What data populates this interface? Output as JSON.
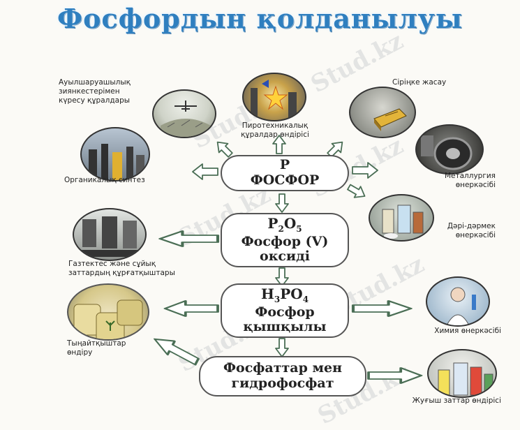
{
  "title": "Фосфордың қолданылуы",
  "watermark": "Stud.kz",
  "center_boxes": {
    "phosphorus": {
      "symbol": "P",
      "name": "ФОСФОР"
    },
    "oxide": {
      "formula_parts": [
        "P",
        "2",
        "O",
        "5"
      ],
      "name_line1": "Фосфор (V)",
      "name_line2": "оксиді"
    },
    "acid": {
      "formula_parts": [
        "H",
        "3",
        "PO",
        "4"
      ],
      "name_line1": "Фосфор",
      "name_line2": "қышқылы"
    },
    "salts": {
      "line1": "Фосфаттар мен",
      "line2": "гидрофосфат"
    }
  },
  "applications": {
    "pesticides": {
      "lines": [
        "Ауылшаруашылық",
        "зиянкестерімен",
        "күресу құралдары"
      ],
      "icon": "crop-duster-icon"
    },
    "pyrotechnics": {
      "lines": [
        "Пиротехникалық",
        "құралдар өндірісі"
      ],
      "icon": "fireworks-icon"
    },
    "matches": {
      "lines": [
        "Сіріңке жасау"
      ],
      "icon": "matchbox-icon"
    },
    "organic": {
      "lines": [
        "Органикалық синтез"
      ],
      "icon": "chemical-plant-icon"
    },
    "metallurgy": {
      "lines": [
        "Металлургия",
        "өнеркәсібі"
      ],
      "icon": "steel-coil-icon"
    },
    "pharma": {
      "lines": [
        "Дәрі-дәрмек",
        "өнеркәсібі"
      ],
      "icon": "medicine-bottles-icon"
    },
    "drying": {
      "lines": [
        "Газтектес және сұйық",
        "заттардың құрғатқыштары"
      ],
      "icon": "dryer-equipment-icon"
    },
    "fertilizer": {
      "lines": [
        "Тыңайтқыштар",
        "өндіру"
      ],
      "icon": "fertilizer-sacks-icon"
    },
    "chemical": {
      "lines": [
        "Химия өнеркәсібі"
      ],
      "icon": "lab-chemist-icon"
    },
    "detergents": {
      "lines": [
        "Жуғыш заттар өндірісі"
      ],
      "icon": "detergent-bottles-icon"
    }
  },
  "colors": {
    "title": "#2f7fbf",
    "arrow_fill": "#ffffff",
    "arrow_stroke": "#4a6e55"
  }
}
